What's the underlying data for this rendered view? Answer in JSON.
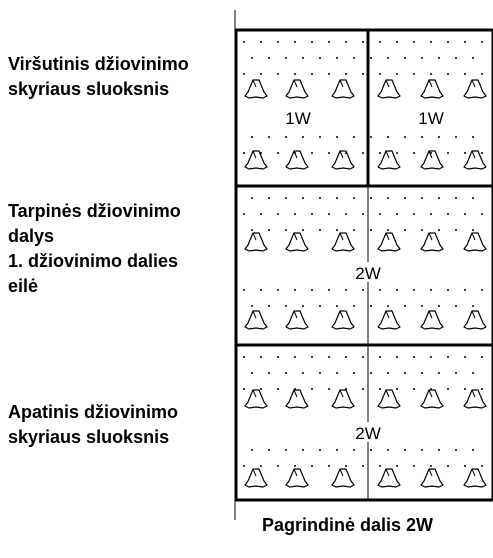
{
  "side_labels": {
    "top": [
      "Viršutinis džiovinimo",
      "skyriaus sluoksnis"
    ],
    "middle": [
      "Tarpinės džiovinimo",
      "dalys",
      "1. džiovinimo dalies",
      "eilė"
    ],
    "bottom": [
      "Apatinis džiovinimo",
      "skyriaus sluoksnis"
    ]
  },
  "zone_labels": {
    "top_left": "1W",
    "top_right": "1W",
    "middle": "2W",
    "bottom": "2W"
  },
  "footer": "Pagrindinė dalis 2W",
  "colors": {
    "line": "#000000",
    "background": "#ffffff"
  }
}
